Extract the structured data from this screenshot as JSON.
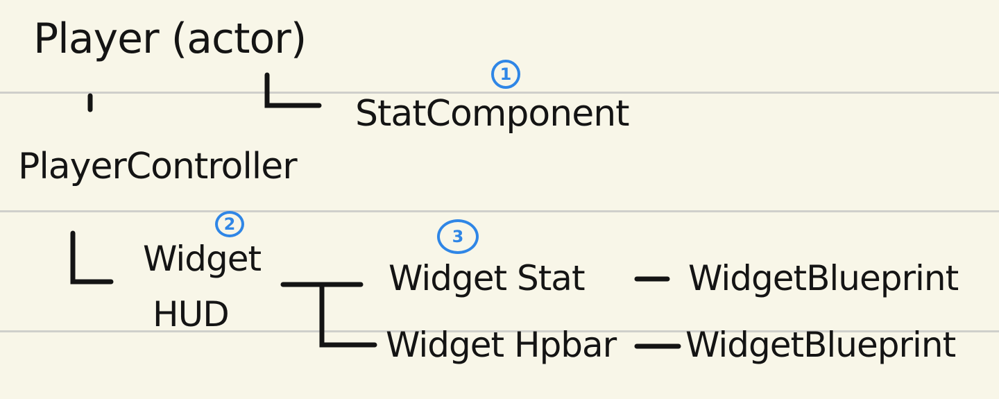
{
  "nodes": {
    "player": "Player (actor)",
    "stat_component": "StatComponent",
    "player_controller": "PlayerController",
    "widget_hud_line1": "Widget",
    "widget_hud_line2": "HUD",
    "widget_stat": "Widget Stat",
    "widget_hpbar": "Widget Hpbar",
    "blueprint_stat": "WidgetBlueprint",
    "blueprint_hpbar": "WidgetBlueprint"
  },
  "markers": {
    "one": "1",
    "two": "2",
    "three": "3"
  },
  "colors": {
    "paper": "#f8f6e8",
    "ink": "#141414",
    "marker": "#2f86e6",
    "ruled_line": "#cfcfcb"
  }
}
